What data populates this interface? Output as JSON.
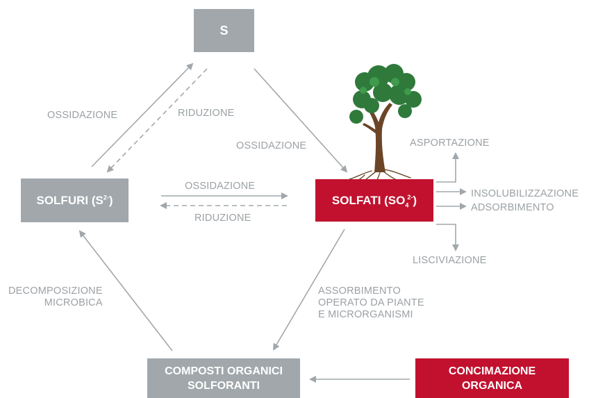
{
  "nodes": {
    "s": "S",
    "solfuri": {
      "main": "SOLFURI (S",
      "sup": "2-",
      "close": ")"
    },
    "solfati": {
      "main": "SOLFATI (SO",
      "sub": "4",
      "sup": "2-",
      "close": ")"
    },
    "composti": [
      "COMPOSTI ORGANICI",
      "SOLFORANTI"
    ],
    "concimazione": [
      "CONCIMAZIONE",
      "ORGANICA"
    ]
  },
  "labels": {
    "ossidazione_left": "OSSIDAZIONE",
    "riduzione_top": "RIDUZIONE",
    "ossidazione_right": "OSSIDAZIONE",
    "ossidazione_mid": "OSSIDAZIONE",
    "riduzione_mid": "RIDUZIONE",
    "asportazione": "ASPORTAZIONE",
    "insolubilizzazione": "INSOLUBILIZZAZIONE",
    "adsorbimento": "ADSORBIMENTO",
    "lisciviazione": "LISCIVIAZIONE",
    "decomposizione": [
      "DECOMPOSIZIONE",
      "MICROBICA"
    ],
    "assorbimento": [
      "ASSORBIMENTO",
      "OPERATO DA PIANTE",
      "E MICRORGANISMI"
    ]
  },
  "colors": {
    "gray_box": "#a1a7ab",
    "red_box": "#c1112e",
    "arrow": "#a1a7ab",
    "label_text": "#9ba1a5"
  },
  "icons": [
    "tree-icon"
  ]
}
